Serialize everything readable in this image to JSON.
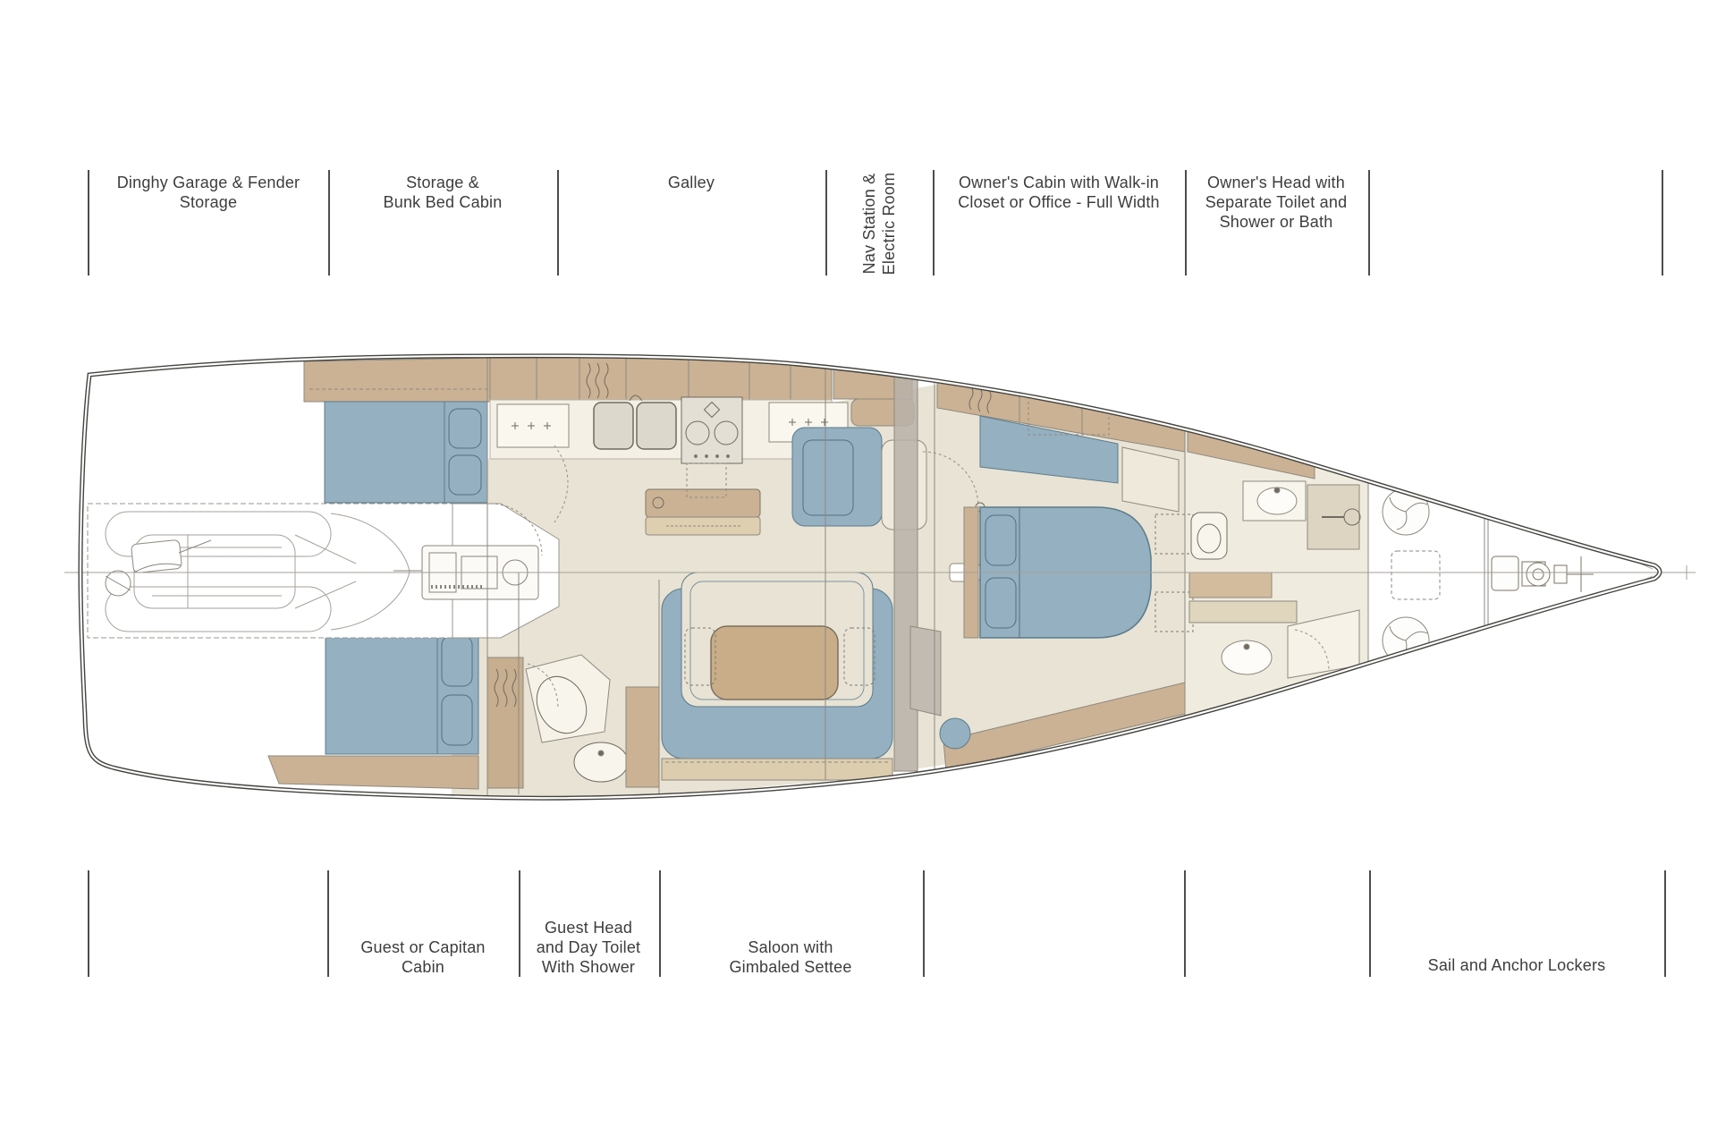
{
  "diagram": {
    "title": "Sailing yacht interior deck plan",
    "type": "yacht-deck-plan"
  },
  "palette": {
    "hull_outline": "#44433e",
    "divider_line": "#4d4d4d",
    "label_text": "#3d3d3d",
    "floor_beige": "#e8e3d4",
    "floor_pale": "#f0ebdf",
    "cabinet_tan": "#cbb294",
    "cabinet_tan_light": "#decfb0",
    "upholstery_blue": "#94b0c1",
    "fixture_cream": "#f6f2e8"
  },
  "top_labels": [
    {
      "text": "Dinghy Garage & Fender\nStorage"
    },
    {
      "text": "Storage &\nBunk Bed Cabin"
    },
    {
      "text": "Galley"
    },
    {
      "text": "Nav Station &\nElectric Room"
    },
    {
      "text": "Owner's Cabin with Walk-in\nCloset or Office - Full Width"
    },
    {
      "text": "Owner's Head with\nSeparate Toilet and\nShower or Bath"
    }
  ],
  "bottom_labels": [
    {
      "text": "Guest or Capitan\nCabin"
    },
    {
      "text": "Guest Head\nand Day Toilet\nWith Shower"
    },
    {
      "text": "Saloon with\nGimbaled Settee"
    },
    {
      "text": "Sail and Anchor Lockers"
    }
  ]
}
